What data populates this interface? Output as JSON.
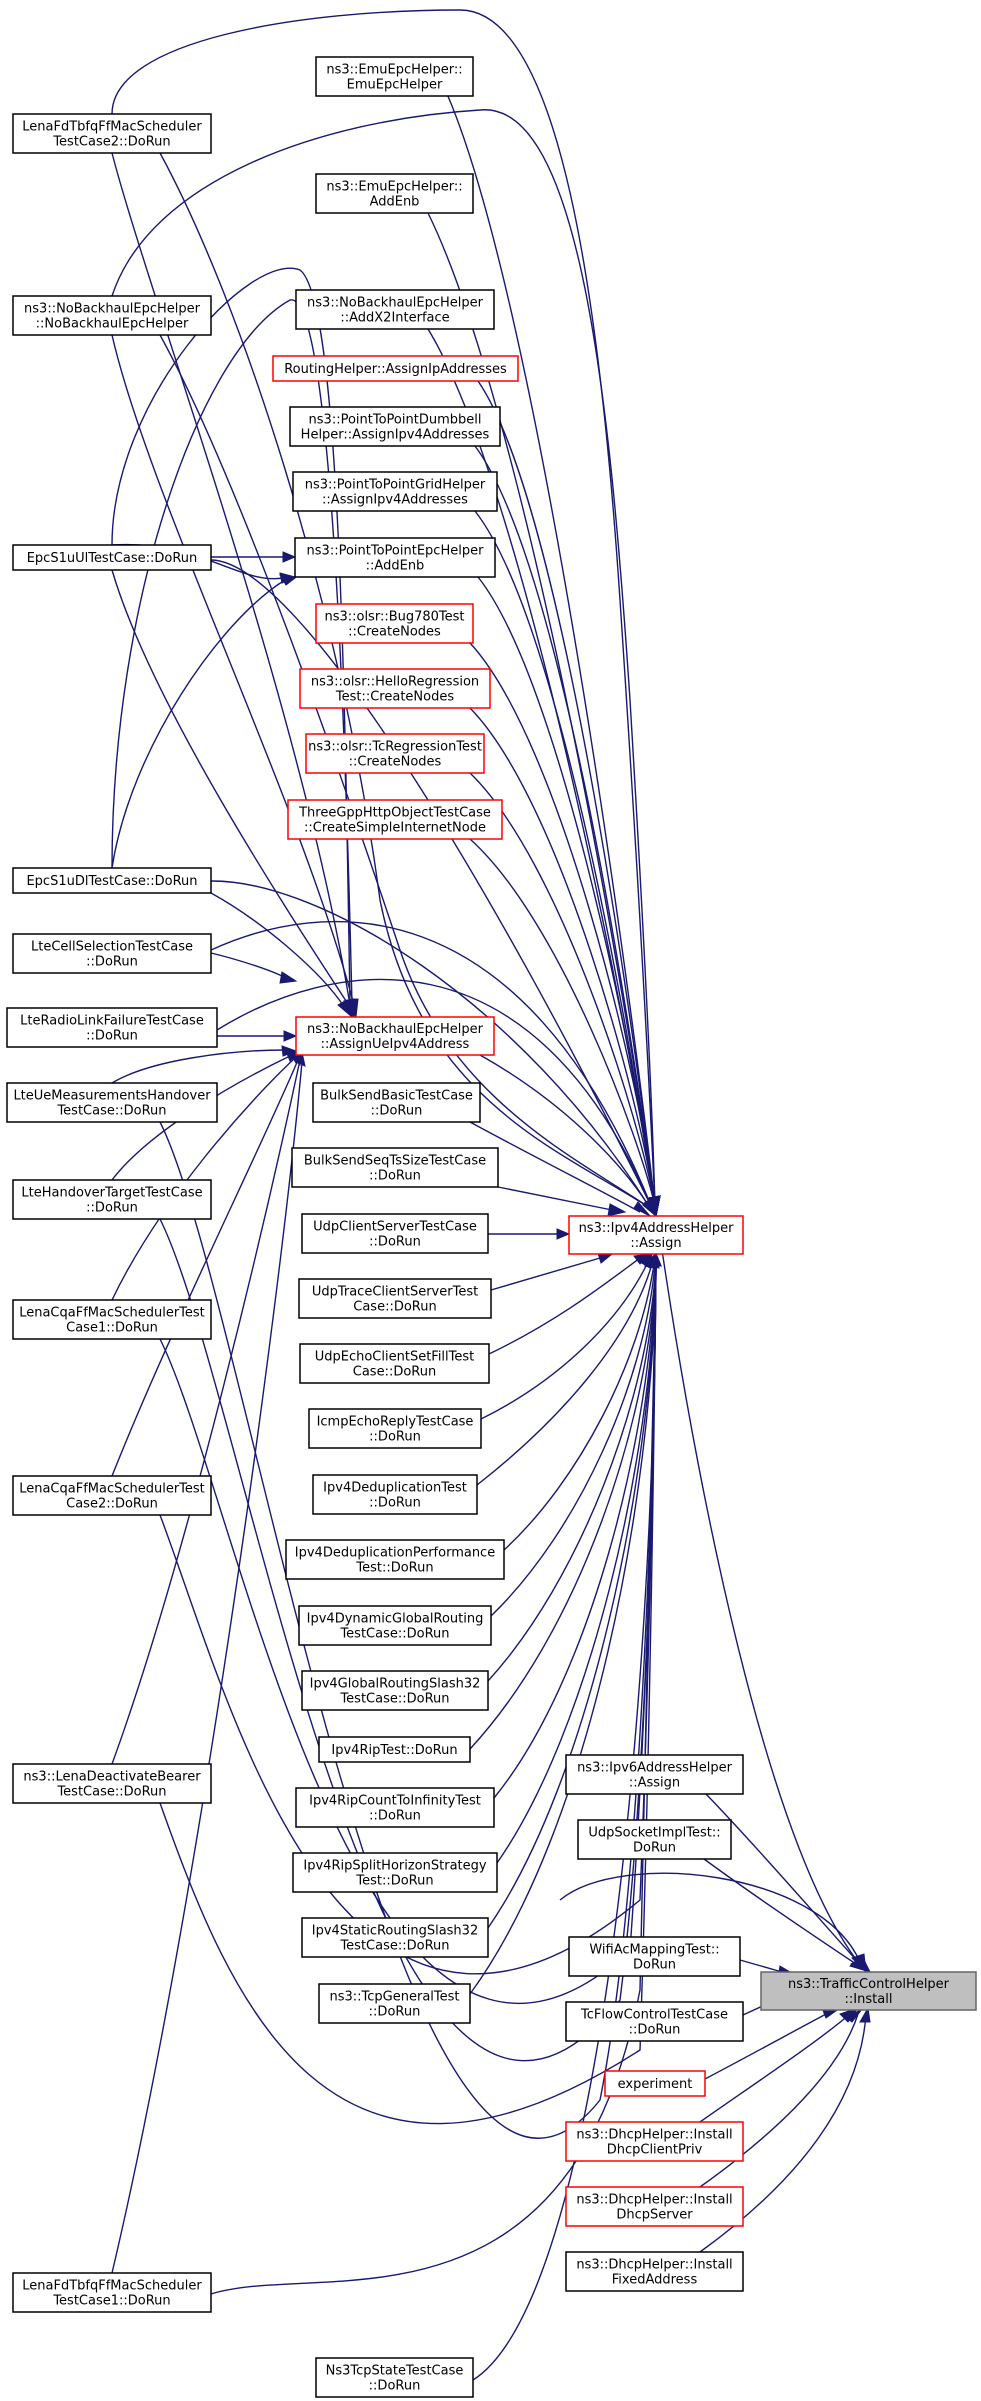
{
  "nodes": {
    "root": [
      "ns3::TrafficControlHelper",
      "::Install"
    ],
    "assign": [
      "ns3::Ipv4AddressHelper",
      "::Assign"
    ],
    "assignue": [
      "ns3::NoBackhaulEpcHelper",
      "::AssignUeIpv4Address"
    ],
    "emuhelper": [
      "ns3::EmuEpcHelper::",
      "EmuEpcHelper"
    ],
    "emuaddenb": [
      "ns3::EmuEpcHelper::",
      "AddEnb"
    ],
    "nobx2": [
      "ns3::NoBackhaulEpcHelper",
      "::AddX2Interface"
    ],
    "routing": [
      "RoutingHelper::AssignIpAddresses"
    ],
    "p2pdumb": [
      "ns3::PointToPointDumbbell",
      "Helper::AssignIpv4Addresses"
    ],
    "p2pgrid": [
      "ns3::PointToPointGridHelper",
      "::AssignIpv4Addresses"
    ],
    "p2penb": [
      "ns3::PointToPointEpcHelper",
      "::AddEnb"
    ],
    "olsrbug": [
      "ns3::olsr::Bug780Test",
      "::CreateNodes"
    ],
    "olsrhello": [
      "ns3::olsr::HelloRegression",
      "Test::CreateNodes"
    ],
    "olsrtc": [
      "ns3::olsr::TcRegressionTest",
      "::CreateNodes"
    ],
    "threegpp": [
      "ThreeGppHttpObjectTestCase",
      "::CreateSimpleInternetNode"
    ],
    "lenatd2": [
      "LenaFdTbfqFfMacScheduler",
      "TestCase2::DoRun"
    ],
    "nobhelper": [
      "ns3::NoBackhaulEpcHelper",
      "::NoBackhaulEpcHelper"
    ],
    "epcul": [
      "EpcS1uUlTestCase::DoRun"
    ],
    "epcdl": [
      "EpcS1uDlTestCase::DoRun"
    ],
    "ltecell": [
      "LteCellSelectionTestCase",
      "::DoRun"
    ],
    "lteradio": [
      "LteRadioLinkFailureTestCase",
      "::DoRun"
    ],
    "lteue": [
      "LteUeMeasurementsHandover",
      "TestCase::DoRun"
    ],
    "ltehand": [
      "LteHandoverTargetTestCase",
      "::DoRun"
    ],
    "lenacqa1": [
      "LenaCqaFfMacSchedulerTest",
      "Case1::DoRun"
    ],
    "lenacqa2": [
      "LenaCqaFfMacSchedulerTest",
      "Case2::DoRun"
    ],
    "lenadeact": [
      "ns3::LenaDeactivateBearer",
      "TestCase::DoRun"
    ],
    "lenatd1": [
      "LenaFdTbfqFfMacScheduler",
      "TestCase1::DoRun"
    ],
    "bulkbasic": [
      "BulkSendBasicTestCase",
      "::DoRun"
    ],
    "bulkseq": [
      "BulkSendSeqTsSizeTestCase",
      "::DoRun"
    ],
    "udpcs": [
      "UdpClientServerTestCase",
      "::DoRun"
    ],
    "udptrace": [
      "UdpTraceClientServerTest",
      "Case::DoRun"
    ],
    "udpecho": [
      "UdpEchoClientSetFillTest",
      "Case::DoRun"
    ],
    "icmp": [
      "IcmpEchoReplyTestCase",
      "::DoRun"
    ],
    "ipv4dedup": [
      "Ipv4DeduplicationTest",
      "::DoRun"
    ],
    "ipv4dedupperf": [
      "Ipv4DeduplicationPerformance",
      "Test::DoRun"
    ],
    "ipv4dyn": [
      "Ipv4DynamicGlobalRouting",
      "TestCase::DoRun"
    ],
    "ipv4glob": [
      "Ipv4GlobalRoutingSlash32",
      "TestCase::DoRun"
    ],
    "ipv4rip": [
      "Ipv4RipTest::DoRun"
    ],
    "ipv4ripinf": [
      "Ipv4RipCountToInfinityTest",
      "::DoRun"
    ],
    "ipv4ripsplit": [
      "Ipv4RipSplitHorizonStrategy",
      "Test::DoRun"
    ],
    "ipv4static": [
      "Ipv4StaticRoutingSlash32",
      "TestCase::DoRun"
    ],
    "tcpgen": [
      "ns3::TcpGeneralTest",
      "::DoRun"
    ],
    "ns3tcp": [
      "Ns3TcpStateTestCase",
      "::DoRun"
    ],
    "ipv6": [
      "ns3::Ipv6AddressHelper",
      "::Assign"
    ],
    "udpsock": [
      "UdpSocketImplTest::",
      "DoRun"
    ],
    "wifiac": [
      "WifiAcMappingTest::",
      "DoRun"
    ],
    "tcflow": [
      "TcFlowControlTestCase",
      "::DoRun"
    ],
    "experiment": [
      "experiment"
    ],
    "dhcpclient": [
      "ns3::DhcpHelper::Install",
      "DhcpClientPriv"
    ],
    "dhcpserver": [
      "ns3::DhcpHelper::Install",
      "DhcpServer"
    ],
    "dhcpfixed": [
      "ns3::DhcpHelper::Install",
      "FixedAddress"
    ]
  }
}
